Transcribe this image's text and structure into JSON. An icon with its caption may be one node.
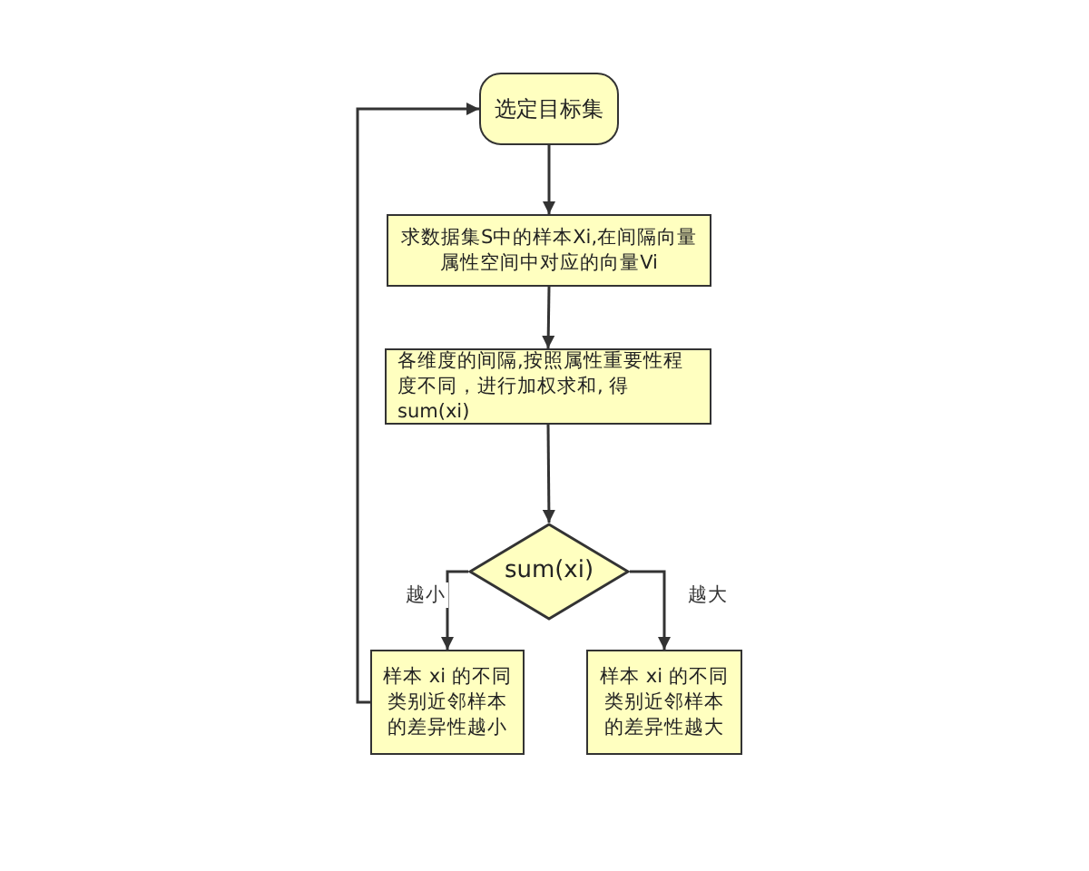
{
  "diagram": {
    "nodes": [
      {
        "text": [
          "选定目标集"
        ]
      },
      {
        "text": [
          "求数据集S中的样本Xi,在间隔向量属性空间中对应的向量Vi"
        ]
      },
      {
        "text": [
          "各维度的间隔,按照属性重要性程度不同，进行加权求和, 得 sum(xi)"
        ]
      },
      {
        "text": [
          "sum(xi)"
        ]
      },
      {
        "text": [
          "样本 xi 的不同类别近邻样本的差异性越小"
        ]
      },
      {
        "text": [
          "样本 xi 的不同类别近邻样本的差异性越大"
        ]
      }
    ],
    "edges": [
      {
        "from": 0,
        "to": 1,
        "arrow": "to"
      },
      {
        "from": 1,
        "to": 2,
        "arrow": "to"
      },
      {
        "from": 2,
        "to": 3,
        "arrow": "to"
      },
      {
        "from": 3,
        "to": 4,
        "arrow": "to",
        "label": "越小"
      },
      {
        "from": 3,
        "to": 5,
        "arrow": "to",
        "label": "越大"
      },
      {
        "from": 4,
        "to": 0,
        "arrow": "to"
      }
    ]
  }
}
